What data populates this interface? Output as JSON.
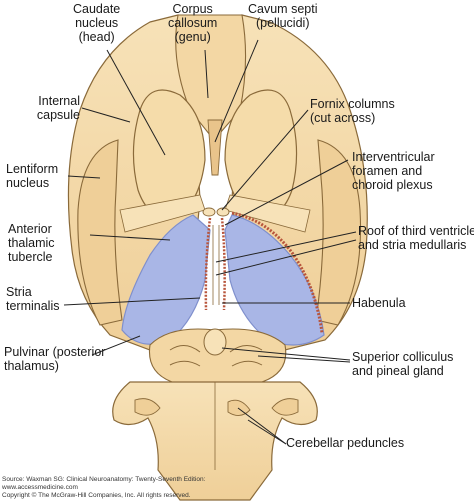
{
  "labels": {
    "caudate": [
      "Caudate",
      "nucleus",
      "(head)"
    ],
    "corpus": [
      "Corpus",
      "callosum",
      "(genu)"
    ],
    "cavum": [
      "Cavum septi",
      "(pellucidi)"
    ],
    "internal_capsule": [
      "Internal",
      "capsule"
    ],
    "fornix": [
      "Fornix columns",
      "(cut across)"
    ],
    "lentiform": [
      "Lentiform",
      "nucleus"
    ],
    "interventricular": [
      "Interventricular",
      "foramen and",
      "choroid plexus"
    ],
    "anterior_thalamic": [
      "Anterior",
      "thalamic",
      "tubercle"
    ],
    "roof": [
      "Roof of third ventricle",
      "and stria medullaris"
    ],
    "stria": [
      "Stria",
      "terminalis"
    ],
    "habenula": [
      "Habenula"
    ],
    "pulvinar": [
      "Pulvinar (posterior",
      "thalamus)"
    ],
    "superior": [
      "Superior colliculus",
      "and pineal gland"
    ],
    "cerebellar": [
      "Cerebellar peduncles"
    ]
  },
  "source": [
    "Source: Waxman SG: Clinical Neuroanatomy: Twenty-Seventh Edition:",
    "www.accessmedicine.com",
    "Copyright © The McGraw-Hill Companies, Inc. All rights reserved."
  ],
  "watermark": "www.accessmedicine.com",
  "colors": {
    "tissue": "#f4d9a8",
    "tissue_dark": "#e7c187",
    "outline": "#8a6a3a",
    "thalamus": "#a9b6e6",
    "thalamus_edge": "#7f8fcc",
    "plexus": "#b8553c",
    "leader": "#222222"
  }
}
